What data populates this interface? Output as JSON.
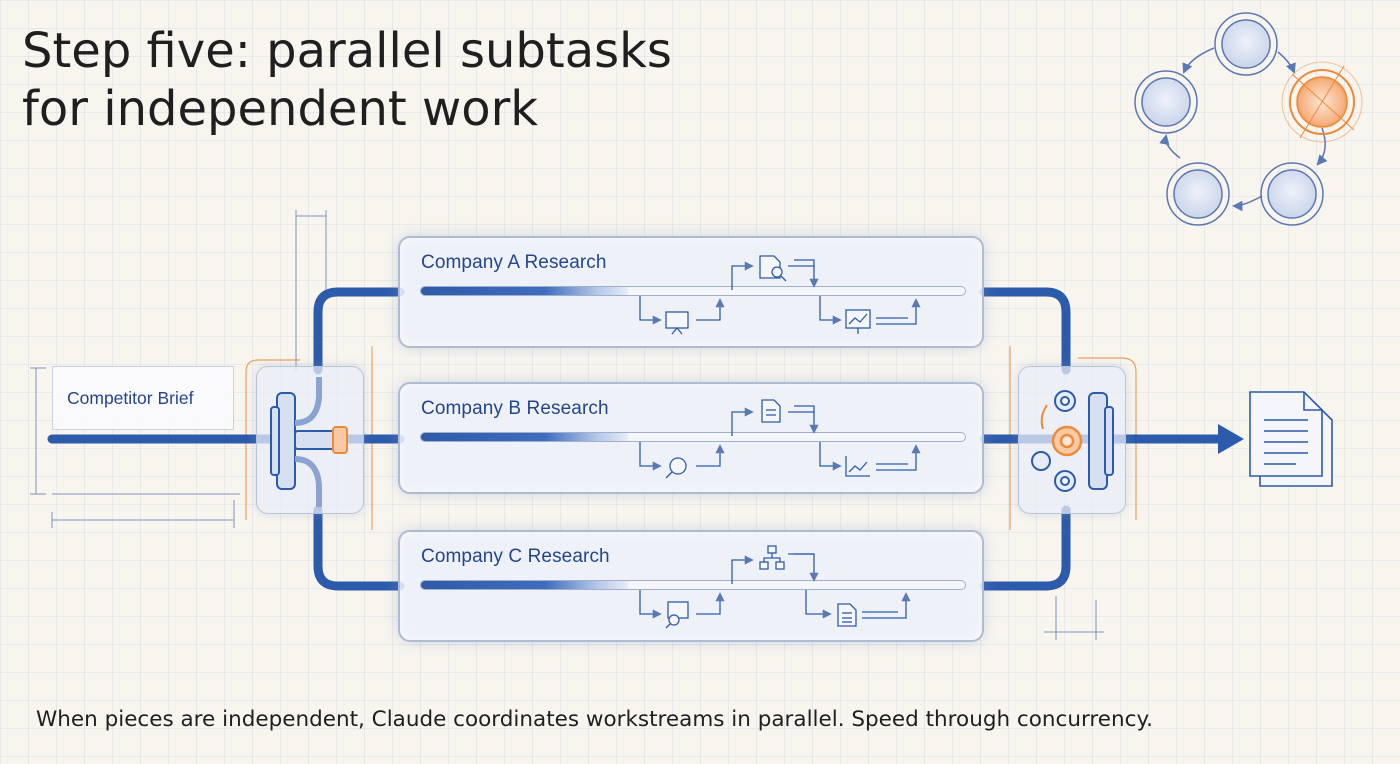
{
  "title": {
    "line1": "Step five: parallel subtasks",
    "line2": "for independent work"
  },
  "input": {
    "label": "Competitor Brief"
  },
  "subtasks": [
    {
      "label": "Company A Research",
      "progress": 0.38,
      "icons": [
        "search-document-icon",
        "presentation-icon",
        "line-chart-monitor-icon"
      ]
    },
    {
      "label": "Company B Research",
      "progress": 0.38,
      "icons": [
        "document-icon",
        "magnifier-icon",
        "line-chart-icon"
      ]
    },
    {
      "label": "Company C Research",
      "progress": 0.38,
      "icons": [
        "org-chart-icon",
        "image-search-icon",
        "document-list-icon"
      ]
    }
  ],
  "output": {
    "icon": "stacked-documents-icon"
  },
  "cycle": {
    "nodes": 5,
    "highlight_index": 1
  },
  "caption": "When pieces are independent, Claude coordinates workstreams in parallel. Speed through concurrency.",
  "colors": {
    "flow_blue": "#2d5bab",
    "accent_orange": "#ec8a3c",
    "label_blue": "#23468c",
    "text_dark": "#1f1f1f"
  }
}
